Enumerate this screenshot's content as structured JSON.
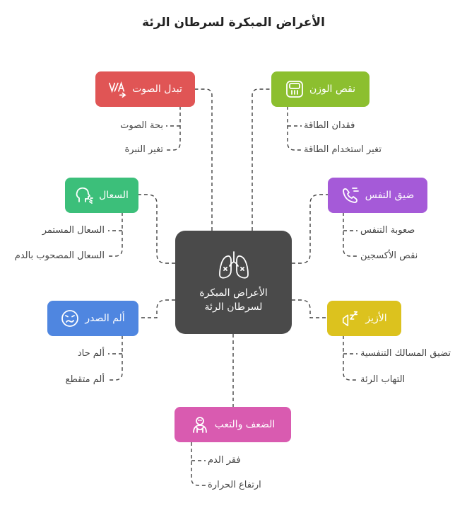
{
  "title": "الأعراض المبكرة لسرطان الرئة",
  "center": {
    "line1": "الأعراض المبكرة",
    "line2": "لسرطان الرئة",
    "icon": "lungs-icon"
  },
  "nodes": {
    "voice": {
      "label": "تبدل الصوت",
      "color": "#e05555",
      "icon": "voice-change-icon",
      "items": [
        "بحة الصوت",
        "تغير النبرة"
      ]
    },
    "weight": {
      "label": "نقص الوزن",
      "color": "#8cbf2f",
      "icon": "scale-icon",
      "items": [
        "فقدان الطاقة",
        "تغير استخدام الطاقة"
      ]
    },
    "cough": {
      "label": "السعال",
      "color": "#3cbf7a",
      "icon": "cough-icon",
      "items": [
        "السعال المستمر",
        "السعال المصحوب بالدم"
      ]
    },
    "breath": {
      "label": "ضيق النفس",
      "color": "#a55ad8",
      "icon": "breath-icon",
      "items": [
        "صعوبة التنفس",
        "نقص الأكسجين"
      ]
    },
    "chest": {
      "label": "ألم الصدر",
      "color": "#4f86e0",
      "icon": "pain-face-icon",
      "items": [
        "ألم حاد",
        "ألم متقطع"
      ]
    },
    "wheeze": {
      "label": "الأزيز",
      "color": "#dcc21e",
      "icon": "wheeze-icon",
      "items": [
        "تضيق المسالك التنفسية",
        "التهاب الرئة"
      ]
    },
    "fatigue": {
      "label": "الضعف والتعب",
      "color": "#d95bb0",
      "icon": "tired-person-icon",
      "items": [
        "فقر الدم",
        "ارتفاع الحرارة"
      ]
    }
  }
}
